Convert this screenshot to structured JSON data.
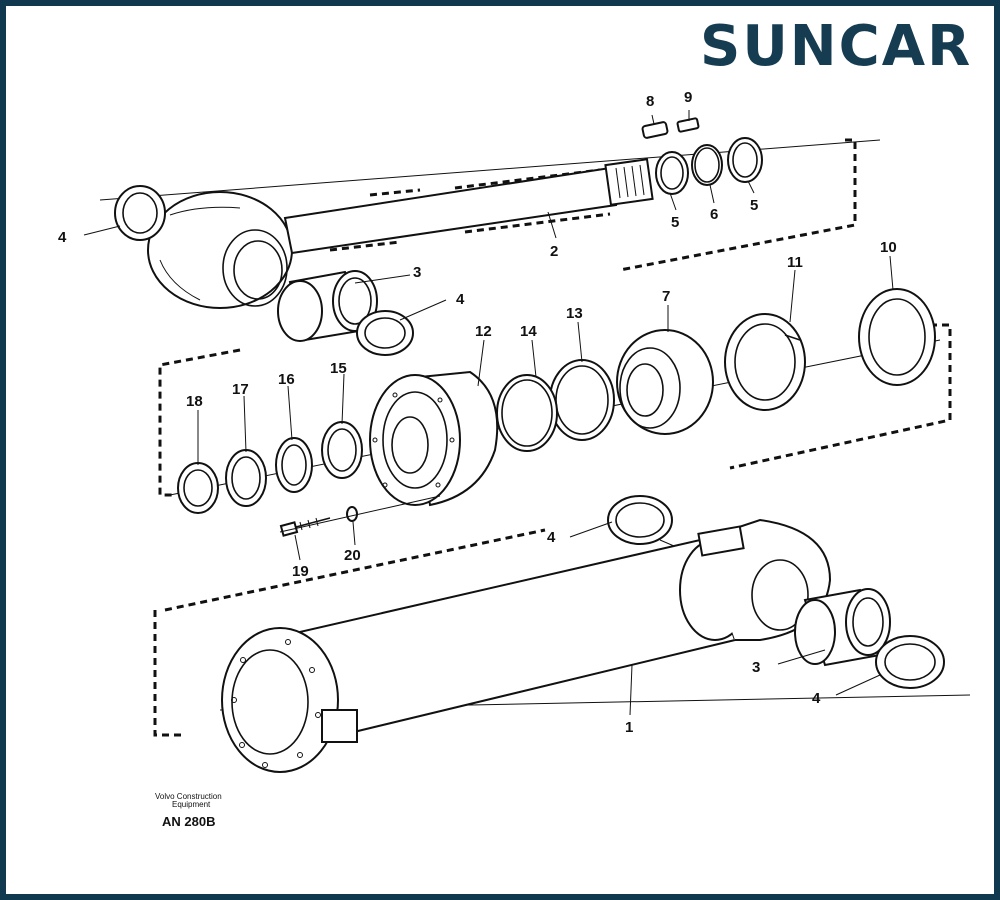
{
  "brand": {
    "text": "SUNCAR",
    "color": "#163c52"
  },
  "frame_color": "#10394f",
  "footer": {
    "company_line1": "Volvo Construction",
    "company_line2": "Equipment",
    "drawing_code": "AN 280B"
  },
  "callouts": {
    "p1": "1",
    "p2": "2",
    "p3a": "3",
    "p3b": "3",
    "p4a": "4",
    "p4b": "4",
    "p4c": "4",
    "p4d": "4",
    "p5a": "5",
    "p5b": "5",
    "p6": "6",
    "p7": "7",
    "p8": "8",
    "p9": "9",
    "p10": "10",
    "p11": "11",
    "p12": "12",
    "p13": "13",
    "p14": "14",
    "p15": "15",
    "p16": "16",
    "p17": "17",
    "p18": "18",
    "p19": "19",
    "p20": "20"
  }
}
